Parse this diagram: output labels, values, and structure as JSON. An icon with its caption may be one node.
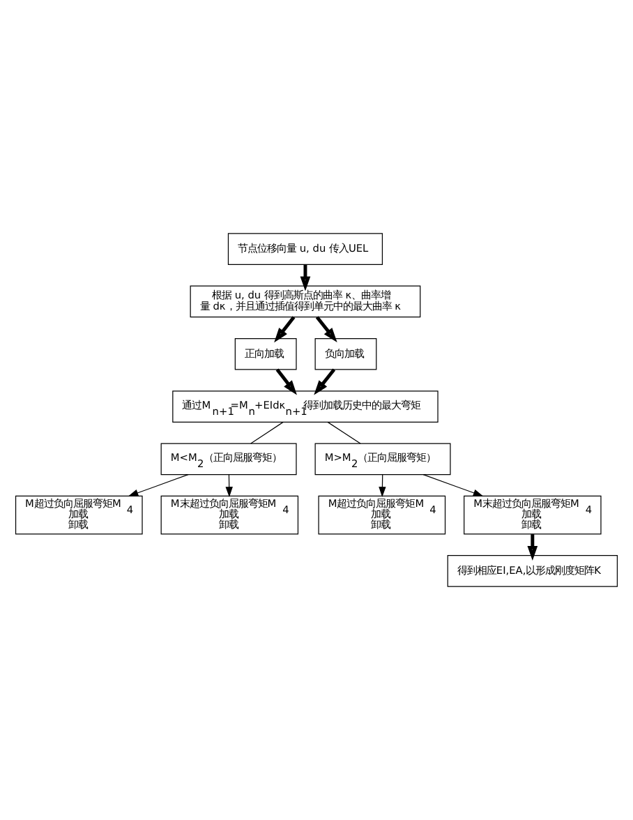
{
  "diagram": {
    "nodes": [
      {
        "text": [
          "节点位移向量 u, du 传入UEL"
        ]
      },
      {
        "text": [
          "根据 u, du 得到高斯点的曲率 κ、曲率增量 dκ，并且通过插值得到单元中的最大曲率 κ"
        ]
      },
      {
        "text": [
          "正向加载"
        ]
      },
      {
        "text": [
          "负向加载"
        ]
      },
      {
        "text": [
          "通过M$_{n+1}$=M$_{n}$+EIdκ$_{n+1}$得到加载历史中的最大弯矩"
        ]
      },
      {
        "text": [
          "M<M$_{2}$（正向屈服弯矩）"
        ]
      },
      {
        "text": [
          "M超过负向屈服弯矩M$_{4}$",
          "加载",
          "卸载"
        ]
      },
      {
        "text": [
          "M末超过负向屈服弯矩M$_{4}$",
          "加载",
          "卸载"
        ]
      },
      {
        "text": [
          "M>M$_{2}$（正向屈服弯矩）"
        ]
      },
      {
        "text": [
          "M超过负向屈服弯矩M$_{4}$",
          "加载",
          "卸载"
        ]
      },
      {
        "text": [
          "M末超过负向屈服弯矩M$_{4}$",
          "加载",
          "卸载"
        ]
      },
      {
        "text": [
          "得到相应EI,EA,以形成刚度矩阵K"
        ]
      }
    ],
    "edges": [
      {
        "from": 0,
        "to": 1,
        "arrow": "to",
        "style": "thick"
      },
      {
        "from": 1,
        "to": 2,
        "arrow": "to",
        "style": "thick"
      },
      {
        "from": 1,
        "to": 3,
        "arrow": "to",
        "style": "thick"
      },
      {
        "from": 2,
        "to": 4,
        "arrow": "to",
        "style": "thick"
      },
      {
        "from": 3,
        "to": 4,
        "arrow": "to",
        "style": "thick"
      },
      {
        "from": 4,
        "to": 5,
        "arrow": "none"
      },
      {
        "from": 4,
        "to": 8,
        "arrow": "none"
      },
      {
        "from": 5,
        "to": 6,
        "arrow": "to"
      },
      {
        "from": 5,
        "to": 7,
        "arrow": "to"
      },
      {
        "from": 8,
        "to": 9,
        "arrow": "to"
      },
      {
        "from": 8,
        "to": 10,
        "arrow": "to"
      },
      {
        "from": 10,
        "to": 11,
        "arrow": "to",
        "style": "thick"
      }
    ]
  }
}
